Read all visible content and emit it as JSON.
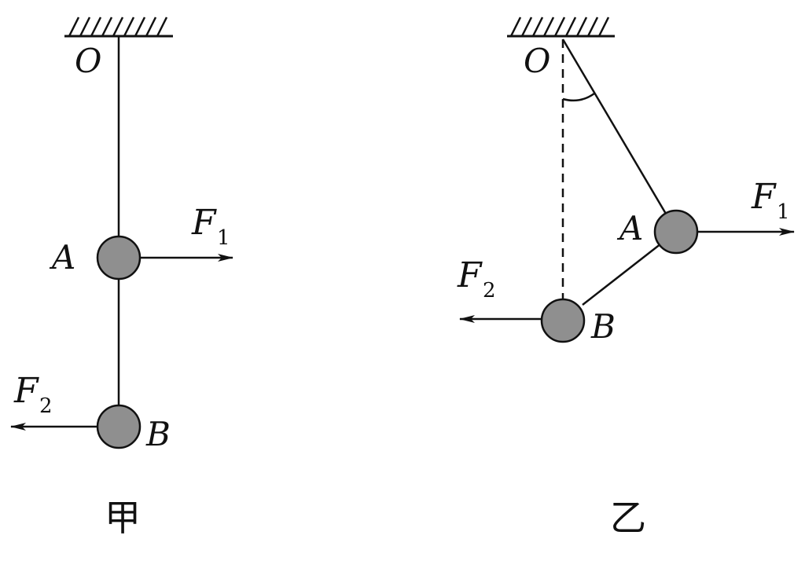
{
  "figure_jia": {
    "pivot_label": "O",
    "ball_a_label": "A",
    "ball_b_label": "B",
    "force1": {
      "symbol": "F",
      "subscript": "1"
    },
    "force2": {
      "symbol": "F",
      "subscript": "2"
    },
    "caption": "甲"
  },
  "figure_yi": {
    "pivot_label": "O",
    "ball_a_label": "A",
    "ball_b_label": "B",
    "force1": {
      "symbol": "F",
      "subscript": "1"
    },
    "force2": {
      "symbol": "F",
      "subscript": "2"
    },
    "caption": "乙"
  },
  "colors": {
    "ball_fill": "#8f8f8f",
    "ink": "#111111"
  }
}
